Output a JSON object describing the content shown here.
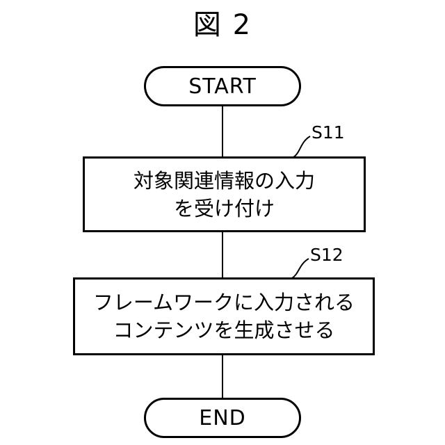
{
  "figure": {
    "title": "図 2"
  },
  "flowchart": {
    "start_label": "START",
    "end_label": "END",
    "steps": [
      {
        "id": "S11",
        "lines": [
          "対象関連情報の入力",
          "を受け付け"
        ]
      },
      {
        "id": "S12",
        "lines": [
          "フレームワークに入力される",
          "コンテンツを生成させる"
        ]
      }
    ]
  }
}
